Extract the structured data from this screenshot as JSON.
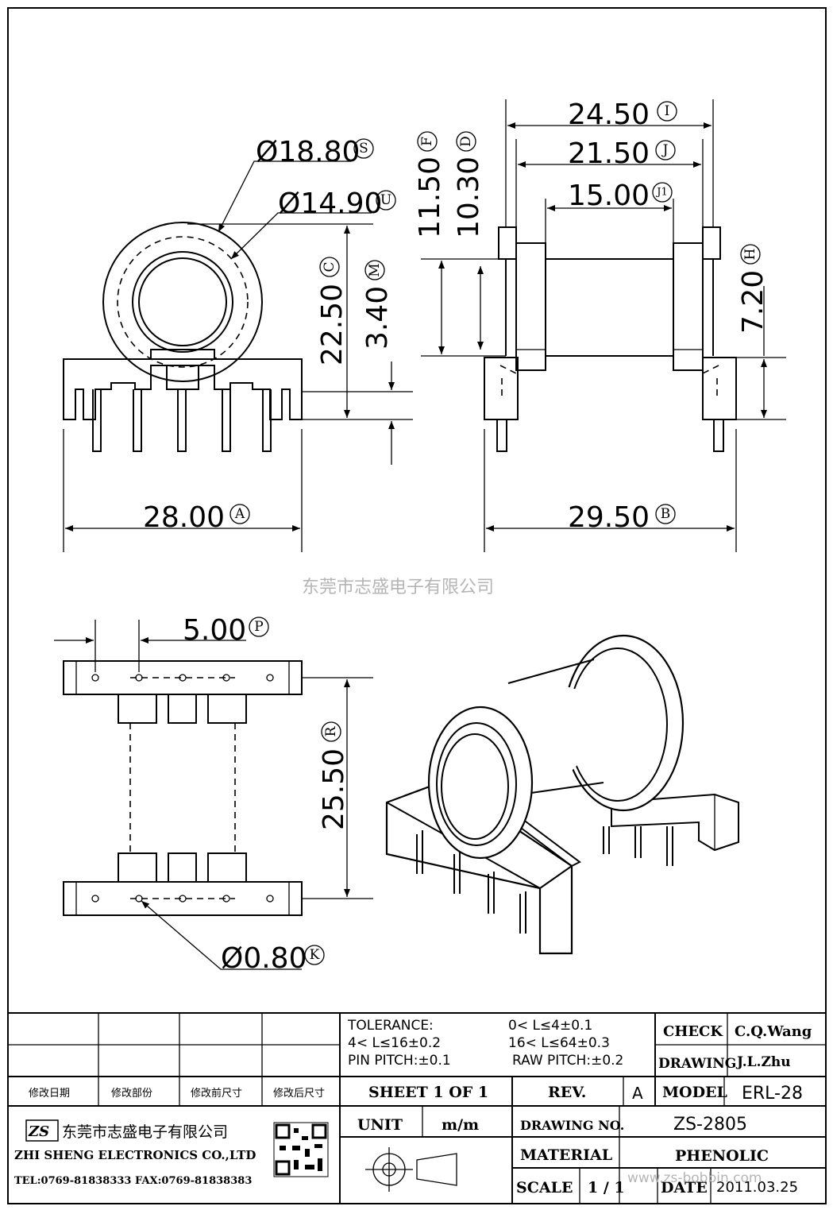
{
  "drawing": {
    "dims": {
      "d_outer": {
        "value": "Ø18.80",
        "code": "S"
      },
      "d_inner": {
        "value": "Ø14.90",
        "code": "U"
      },
      "height_c": {
        "value": "22.50",
        "code": "C"
      },
      "pin_len_m": {
        "value": "3.40",
        "code": "M"
      },
      "width_a": {
        "value": "28.00",
        "code": "A"
      },
      "len_i": {
        "value": "24.50",
        "code": "I"
      },
      "len_j": {
        "value": "21.50",
        "code": "J"
      },
      "len_j1": {
        "value": "15.00",
        "code": "J1"
      },
      "h_f": {
        "value": "11.50",
        "code": "F"
      },
      "h_d": {
        "value": "10.30",
        "code": "D"
      },
      "h_h": {
        "value": "7.20",
        "code": "H"
      },
      "width_b": {
        "value": "29.50",
        "code": "B"
      },
      "pitch_p": {
        "value": "5.00",
        "code": "P"
      },
      "span_r": {
        "value": "25.50",
        "code": "R"
      },
      "pin_k": {
        "value": "Ø0.80",
        "code": "K"
      }
    },
    "watermark_center": "东莞市志盛电子有限公司",
    "watermark_bottom": "www.zs-bobbin.com"
  },
  "title_block": {
    "tolerance_label": "TOLERANCE:",
    "tol_1": "4< L≤16±0.2",
    "tol_pin": "PIN PITCH:±0.1",
    "tol_2": "0< L≤4±0.1",
    "tol_3": "16< L≤64±0.3",
    "tol_raw": "RAW PITCH:±0.2",
    "check_label": "CHECK",
    "check_value": "C.Q.Wang",
    "drawing_label": "DRAWING",
    "drawing_value": "J.L.Zhu",
    "rev_headers": [
      "修改日期",
      "修改部份",
      "修改前尺寸",
      "修改后尺寸"
    ],
    "sheet": "SHEET 1 OF 1",
    "rev_label": "REV.",
    "rev_value": "A",
    "model_label": "MODEL",
    "model_value": "ERL-28",
    "unit_label": "UNIT",
    "unit_value": "m/m",
    "drawing_no_label": "DRAWING NO.",
    "drawing_no_value": "ZS-2805",
    "material_label": "MATERIAL",
    "material_value": "PHENOLIC",
    "scale_label": "SCALE",
    "scale_value": "1 / 1",
    "date_label": "DATE",
    "date_value": "2011.03.25",
    "company_cn": "东莞市志盛电子有限公司",
    "company_en": "ZHI SHENG ELECTRONICS CO.,LTD",
    "company_tel": "TEL:0769-81838333 FAX:0769-81838383",
    "logo_text": "ZS"
  }
}
